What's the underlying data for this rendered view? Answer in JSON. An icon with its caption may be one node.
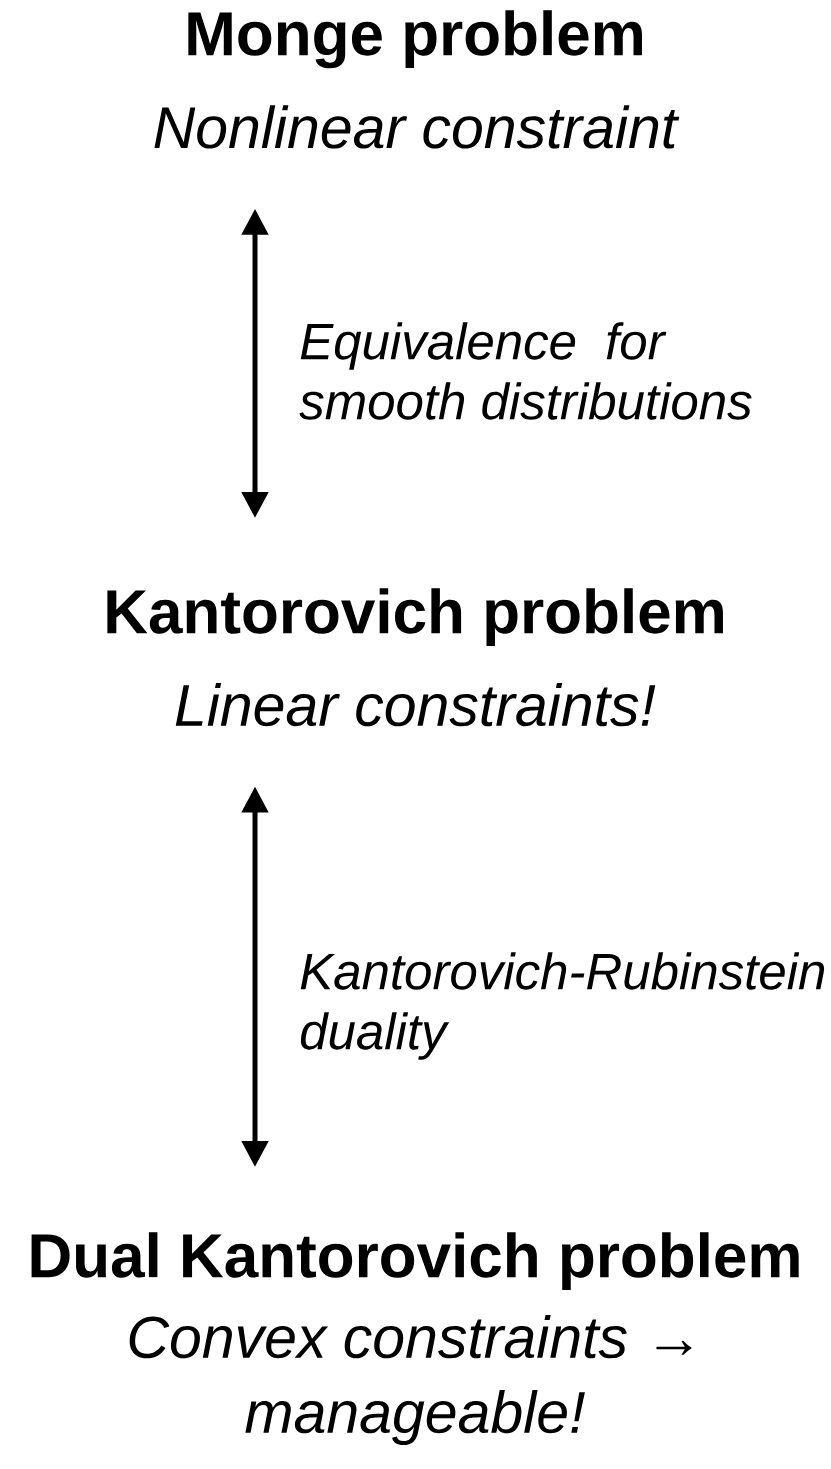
{
  "diagram": {
    "nodes": [
      {
        "text": [
          "Monge problem",
          "Nonlinear constraint"
        ]
      },
      {
        "text": [
          "Kantorovich problem",
          "Linear constraints!"
        ]
      },
      {
        "text": [
          "Dual Kantorovich problem",
          "Convex constraints → manageable!"
        ]
      }
    ],
    "edges": [
      {
        "from": 0,
        "to": 1,
        "arrow": "both",
        "label": "Equivalence for smooth distributions"
      },
      {
        "from": 1,
        "to": 2,
        "arrow": "both",
        "label": "Kantorovich-Rubinstein duality"
      }
    ]
  }
}
